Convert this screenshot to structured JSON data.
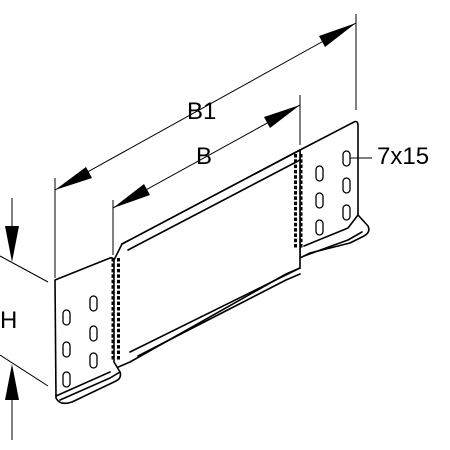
{
  "labels": {
    "b1": "B1",
    "b": "B",
    "h": "H",
    "slot": "7x15"
  }
}
